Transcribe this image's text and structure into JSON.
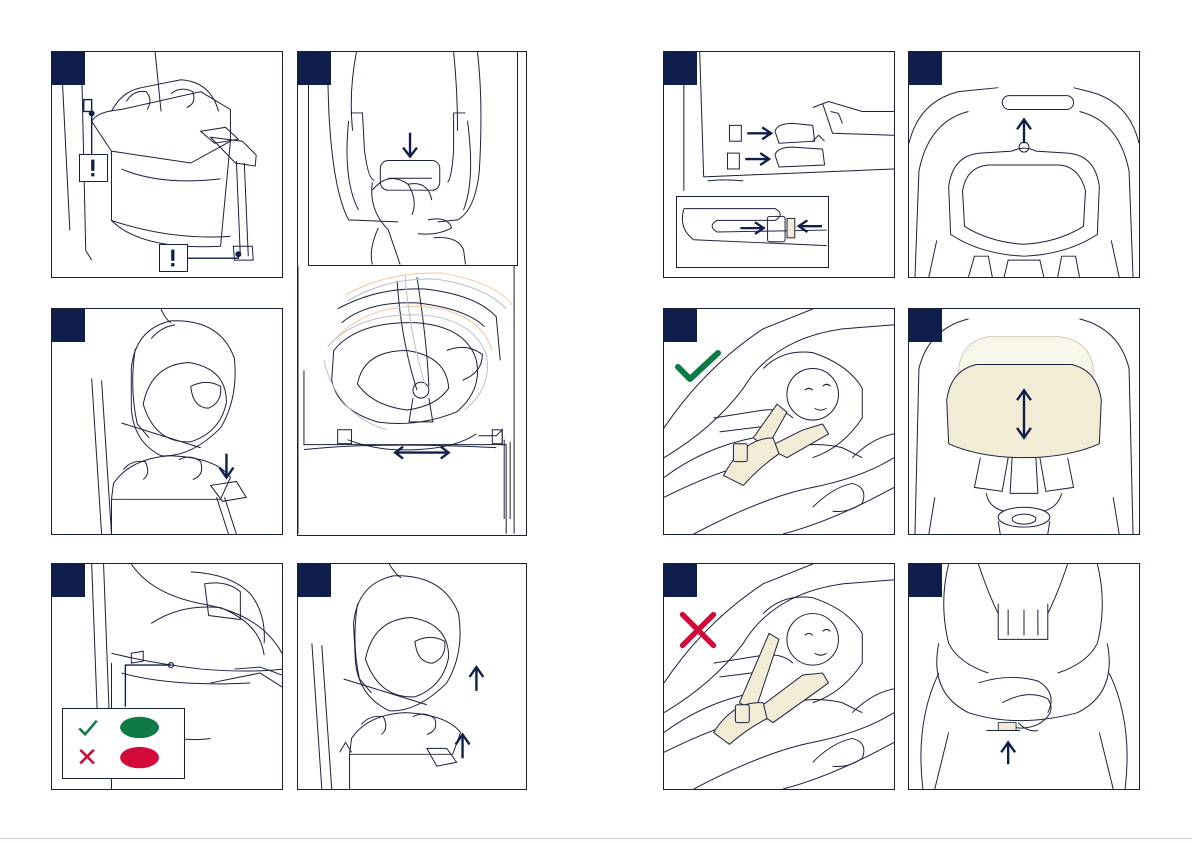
{
  "document": {
    "type": "car seat installation manual spread",
    "pages": 2
  },
  "colors": {
    "navy": "#0f1e4b",
    "outline": "#1a1f3c",
    "check_green": "#0e7a45",
    "cross_red": "#d3093a",
    "fabric_tint": "#f2ecd6"
  },
  "panels": [
    {
      "id": "p1",
      "icon": "isofix-base-warning",
      "markers": [
        "exclamation-icon",
        "exclamation-icon"
      ]
    },
    {
      "id": "p2",
      "icon": "press-button-release-handle",
      "markers": [
        "arrow-down-icon"
      ]
    },
    {
      "id": "p3",
      "icon": "seat-lowering-onto-base",
      "markers": [
        "arrow-down-icon"
      ]
    },
    {
      "id": "p4",
      "icon": "indicator-check",
      "markers": [
        "check-icon",
        "cross-icon"
      ]
    },
    {
      "id": "p5",
      "icon": "seat-lifting-off-base",
      "markers": [
        "arrow-up-icon",
        "arrow-up-icon"
      ]
    },
    {
      "id": "p6",
      "icon": "isofix-connectors",
      "markers": [
        "arrow-right-icon",
        "arrow-right-icon",
        "arrow-left-icon"
      ]
    },
    {
      "id": "p7",
      "icon": "headrest-release",
      "markers": [
        "arrow-up-icon"
      ]
    },
    {
      "id": "p8",
      "icon": "correct-harness-position",
      "markers": [
        "check-icon"
      ]
    },
    {
      "id": "p9",
      "icon": "headrest-height-adjust",
      "markers": [
        "arrow-updown-icon"
      ]
    },
    {
      "id": "p10",
      "icon": "incorrect-harness-position",
      "markers": [
        "cross-icon"
      ]
    },
    {
      "id": "p11",
      "icon": "harness-adjuster-pull",
      "markers": [
        "arrow-up-icon"
      ]
    }
  ]
}
